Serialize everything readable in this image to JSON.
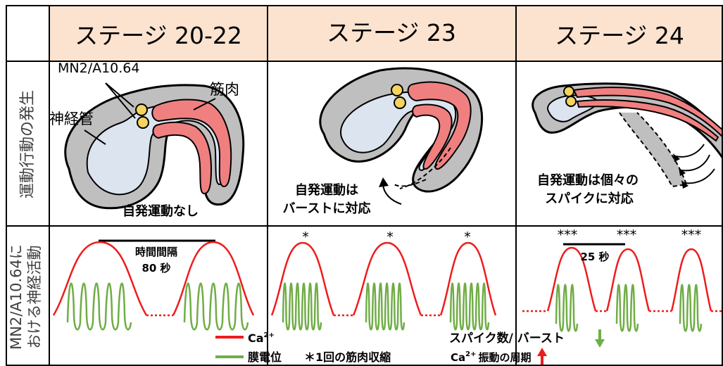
{
  "headers": {
    "stage1": "ステージ 20-22",
    "stage2": "ステージ 23",
    "stage3": "ステージ 24"
  },
  "row_labels": {
    "movement": "運動行動の発生",
    "activity_line1": "MN2/A10.64に",
    "activity_line2": "おける神経活動"
  },
  "labels": {
    "neuron": "MN2/A10.64",
    "muscle": "筋肉",
    "neural_tube": "神経管",
    "stage1_note": "自発運動なし",
    "stage2_note_line1": "自発運動は",
    "stage2_note_line2": "バーストに対応",
    "stage3_note_line1": "自発運動は個々の",
    "stage3_note_line2": "スパイクに対応",
    "interval_line1": "時間間隔",
    "interval_line2": "80 秒",
    "interval_25": "25 秒",
    "asterisk_single": "*",
    "asterisk_triple": "***"
  },
  "legend": {
    "ca": "Ca",
    "ca_sup": "2+",
    "membrane": "膜電位",
    "contraction": "＊1回の筋肉収縮",
    "spikes_per_burst": "スパイク数/ バースト",
    "ca_period_prefix": "Ca",
    "ca_period_sup": "2+",
    "ca_period_suffix": "振動の周期"
  },
  "colors": {
    "header_bg": "#fbe3d0",
    "ca_red": "#ee1c1c",
    "membrane_green": "#70ad47",
    "arrow_down_green": "#70ad47",
    "arrow_up_red": "#ee1c1c",
    "body_gray": "#bfbfbf",
    "tube_blue": "#dce4f0",
    "muscle_pink": "#f08080",
    "neuron_yellow": "#f4d35e"
  }
}
